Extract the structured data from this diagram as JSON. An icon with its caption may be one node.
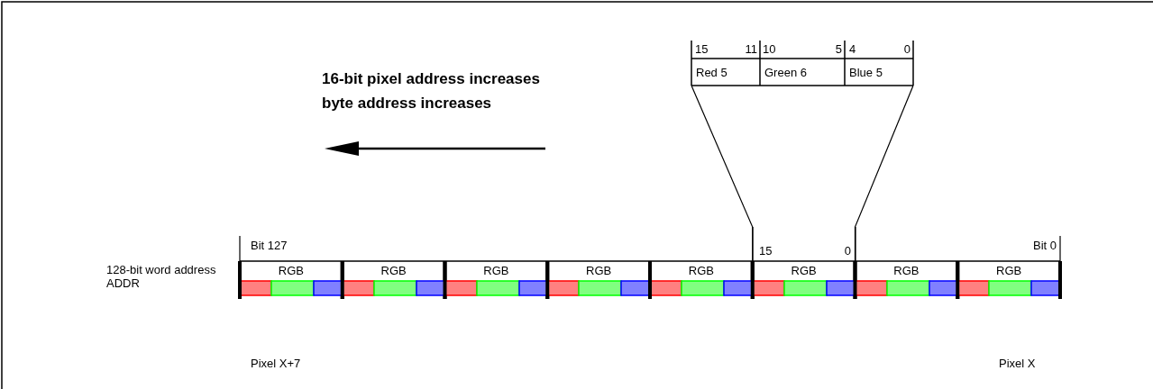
{
  "diagram": {
    "nodes": [
      {
        "text": [
          "Red 5"
        ]
      },
      {
        "text": [
          "Green 6"
        ]
      },
      {
        "text": [
          "Blue 5"
        ]
      },
      {
        "text": [
          "RGB"
        ]
      },
      {
        "text": [
          "RGB"
        ]
      },
      {
        "text": [
          "RGB"
        ]
      },
      {
        "text": [
          "RGB"
        ]
      },
      {
        "text": [
          "RGB"
        ]
      },
      {
        "text": [
          "RGB"
        ]
      },
      {
        "text": [
          "RGB"
        ]
      },
      {
        "text": [
          "RGB"
        ]
      }
    ],
    "edges": [
      {
        "from": 0,
        "to": 8,
        "arrow": "none"
      },
      {
        "from": 2,
        "to": 8,
        "arrow": "none"
      }
    ],
    "labels": [
      "15",
      "11",
      "10",
      "5",
      "4",
      "0",
      "16-bit pixel address increases",
      "byte address increases",
      "Bit 127",
      "Bit 0",
      "15",
      "0",
      "128-bit word address ADDR",
      "Pixel X+7",
      "Pixel X"
    ]
  }
}
